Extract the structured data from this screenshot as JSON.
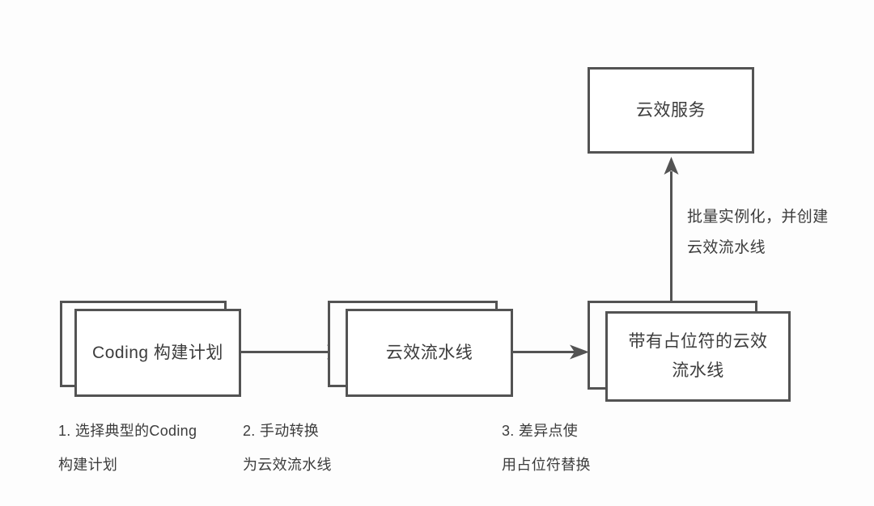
{
  "diagram": {
    "background_color": "#fdfdfd",
    "stroke_color": "#535353",
    "text_color": "#3c3c3c",
    "nodes": [
      {
        "id": "yunxiao-service",
        "label": "云效服务",
        "stacked": false
      },
      {
        "id": "coding-build-plan",
        "label": "Coding 构建计划",
        "stacked": true
      },
      {
        "id": "yunxiao-pipeline",
        "label": "云效流水线",
        "stacked": true
      },
      {
        "id": "yunxiao-pipeline-placeholder",
        "label": "带有占位符的云效\n流水线",
        "stacked": true
      }
    ],
    "edge_labels": [
      {
        "id": "instantiate-label",
        "text": "批量实例化，并创建\n云效流水线"
      }
    ],
    "captions": [
      {
        "id": "step-1",
        "text": "1. 选择典型的Coding\n构建计划"
      },
      {
        "id": "step-2",
        "text": "2. 手动转换\n为云效流水线"
      },
      {
        "id": "step-3",
        "text": "3. 差异点使\n用占位符替换"
      }
    ]
  }
}
